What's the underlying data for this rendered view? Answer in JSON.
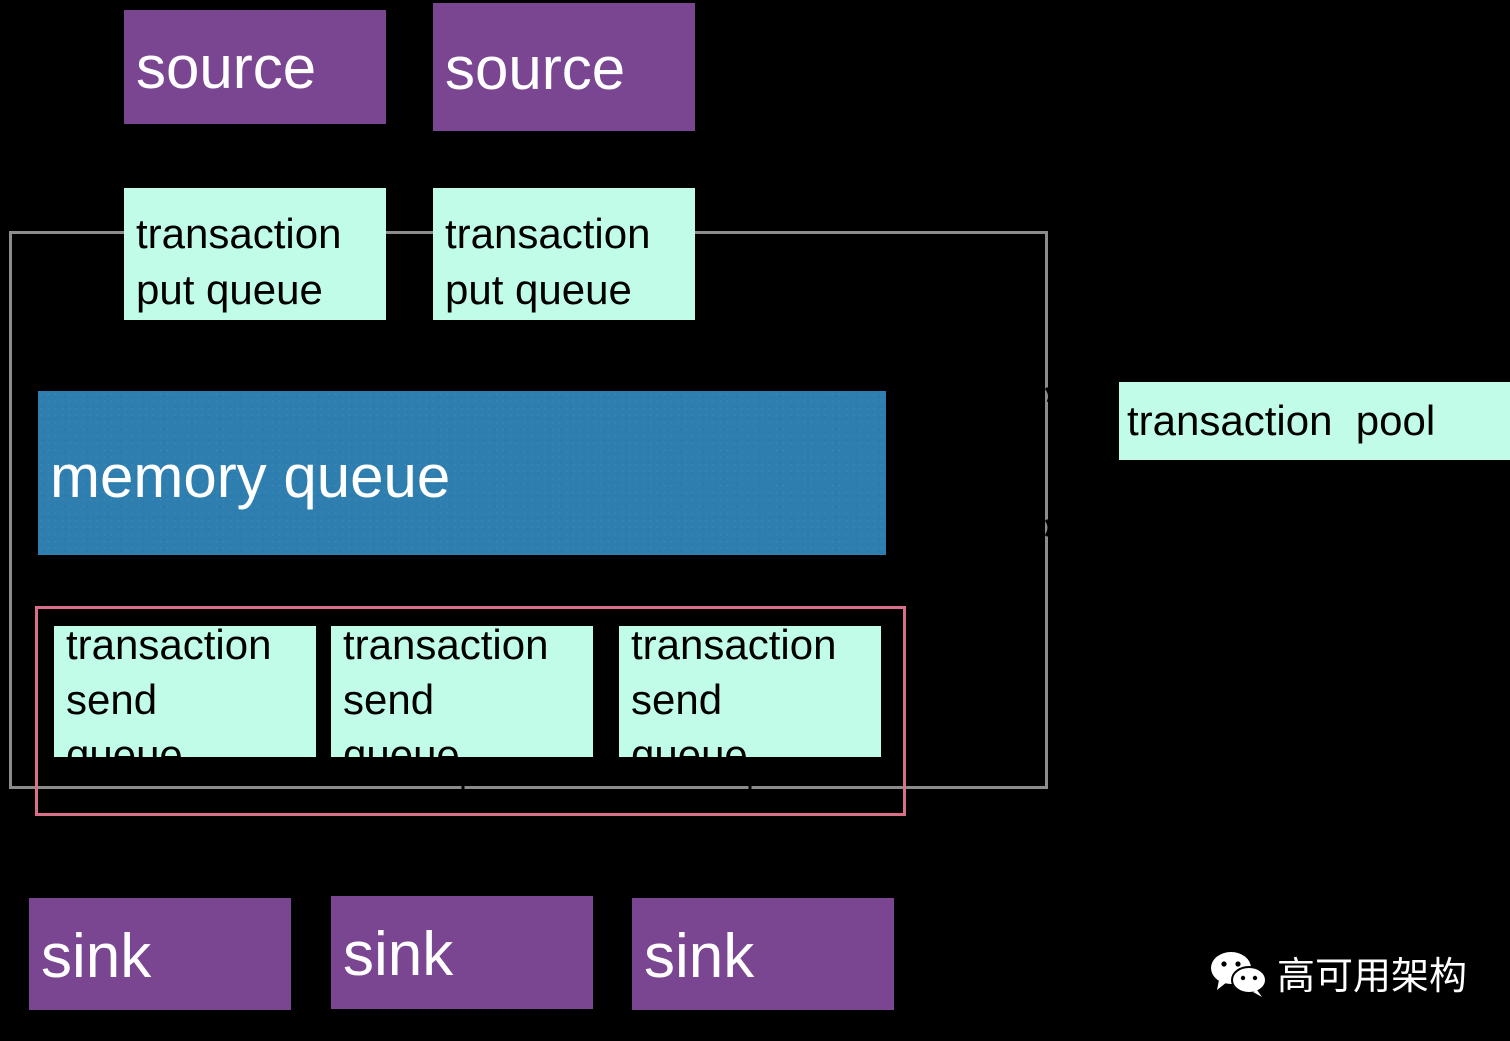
{
  "sources": [
    "source",
    "source"
  ],
  "put_queues": [
    {
      "line1": "transaction",
      "line2": "put queue"
    },
    {
      "line1": "transaction",
      "line2": "put queue"
    }
  ],
  "memory_queue": "memory queue",
  "transaction_pool": "transaction  pool",
  "send_queues": [
    {
      "line1": "transaction",
      "line2": "send",
      "line3": "queue"
    },
    {
      "line1": "transaction",
      "line2": "send",
      "line3": "queue"
    },
    {
      "line1": "transaction",
      "line2": "send",
      "line3": "queue"
    }
  ],
  "sinks": [
    "sink",
    "sink",
    "sink"
  ],
  "watermark": {
    "text": "高可用架构",
    "icon": "wechat-icon"
  },
  "colors": {
    "background": "#000000",
    "source_sink": "#7a4692",
    "queue": "#c0fce8",
    "memory_queue": "#2e7fb0",
    "outer_frame": "#8c8c8c",
    "send_group_frame": "#d8708a"
  }
}
